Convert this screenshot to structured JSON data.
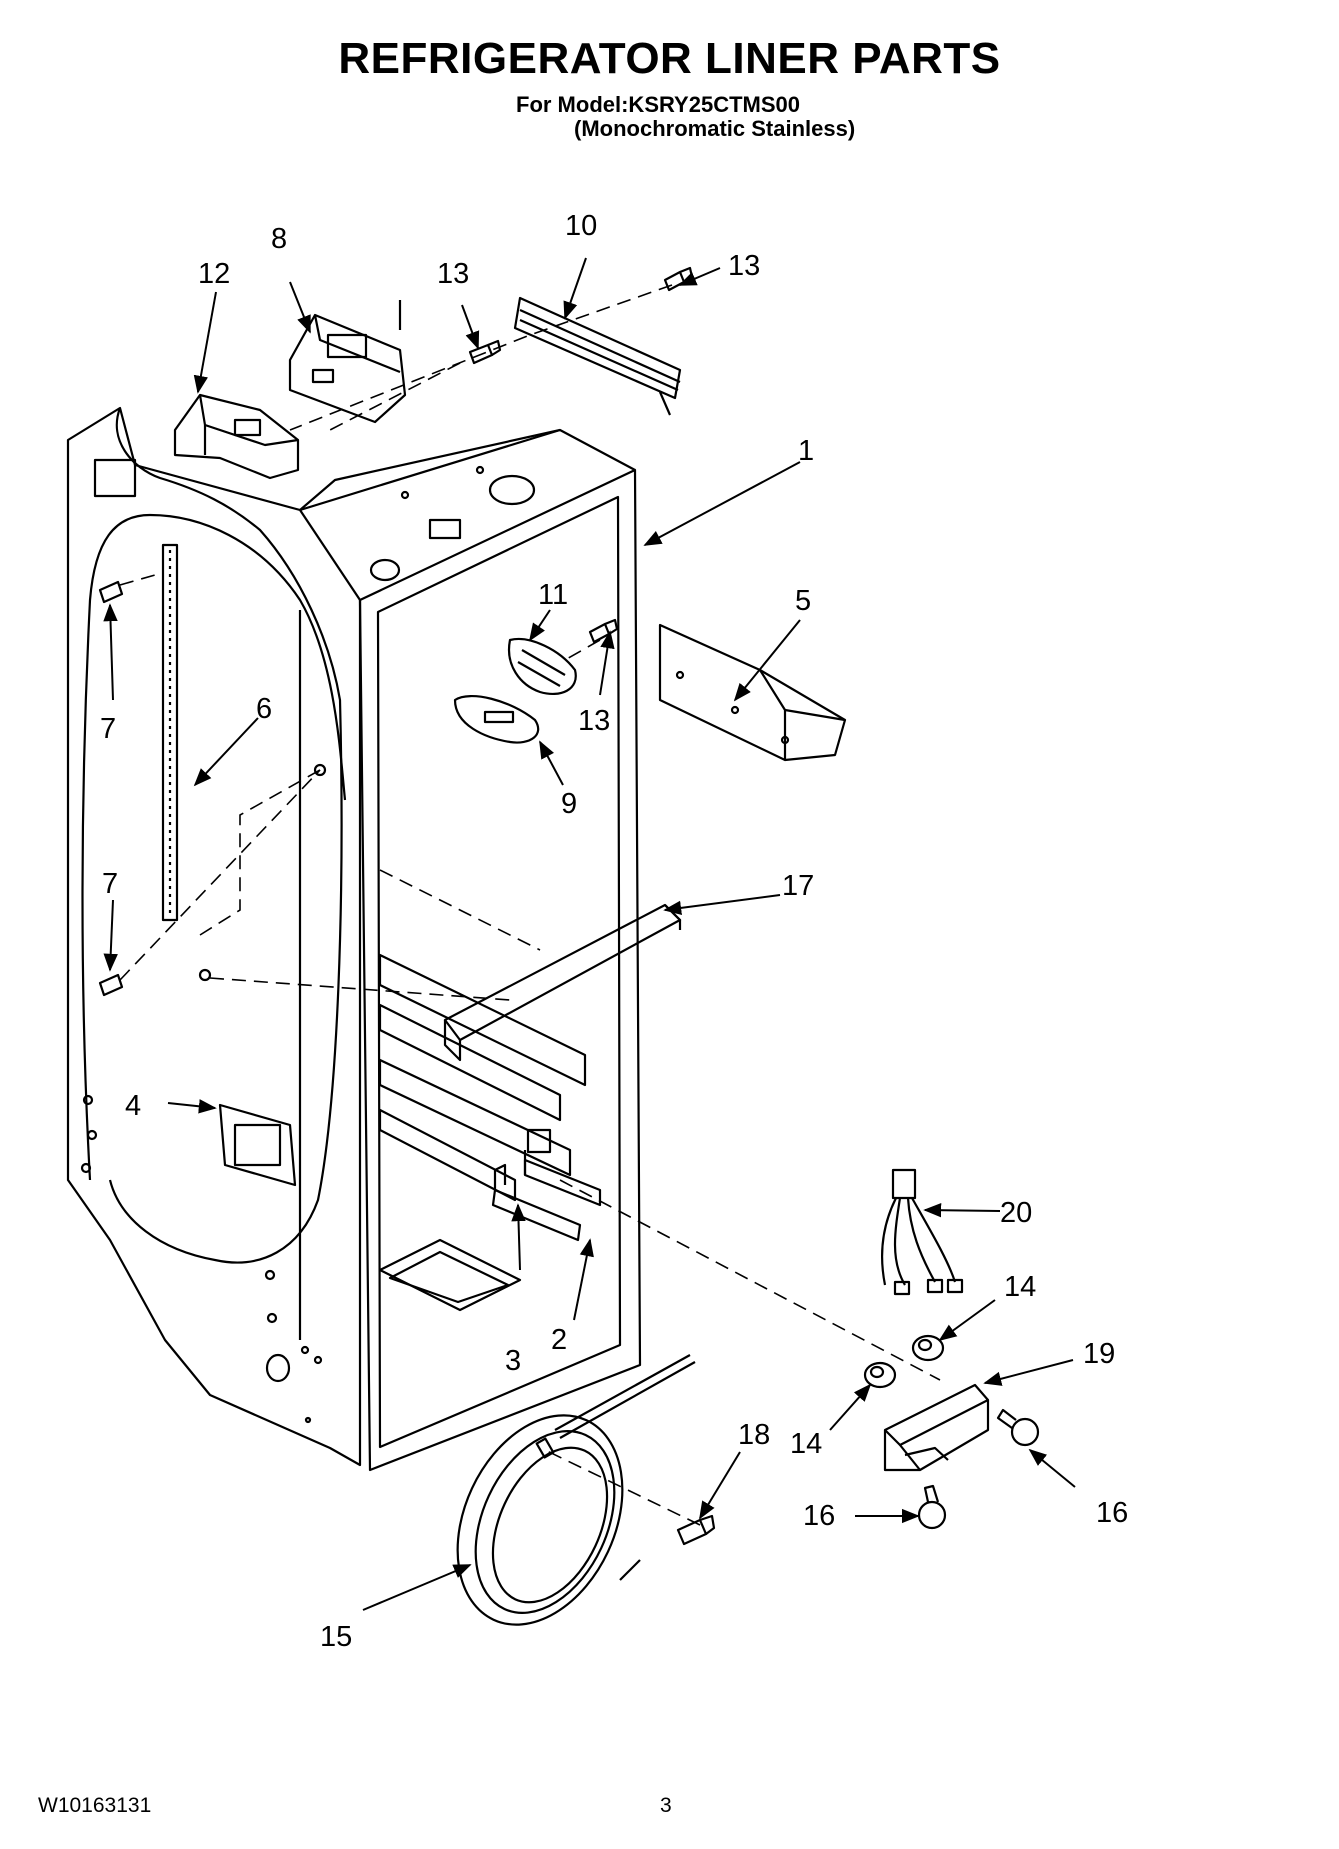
{
  "header": {
    "title": "REFRIGERATOR LINER PARTS",
    "model_line": "For Model:KSRY25CTMS00",
    "finish_line": "(Monochromatic Stainless)"
  },
  "callouts": {
    "c1": "1",
    "c2": "2",
    "c3": "3",
    "c4": "4",
    "c5": "5",
    "c6": "6",
    "c7a": "7",
    "c7b": "7",
    "c8": "8",
    "c9": "9",
    "c10": "10",
    "c11": "11",
    "c12": "12",
    "c13a": "13",
    "c13b": "13",
    "c13c": "13",
    "c14a": "14",
    "c14b": "14",
    "c15": "15",
    "c16a": "16",
    "c16b": "16",
    "c17": "17",
    "c18": "18",
    "c19": "19",
    "c20": "20"
  },
  "footer": {
    "doc_number": "W10163131",
    "page_number": "3"
  }
}
